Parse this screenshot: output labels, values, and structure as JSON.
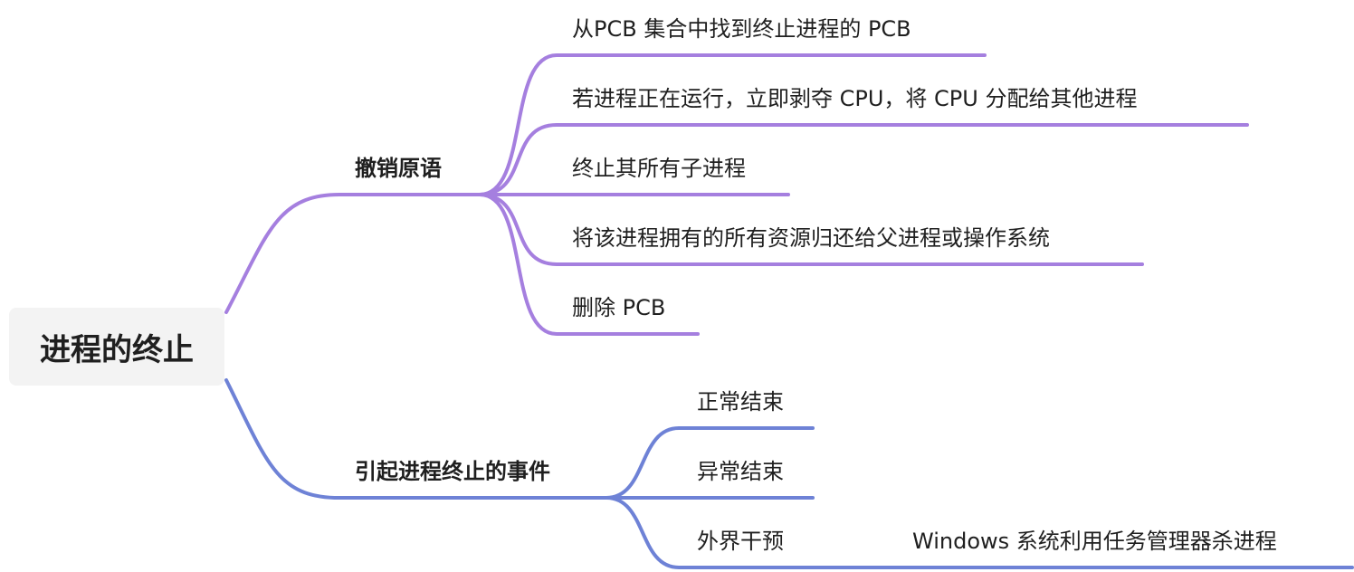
{
  "root": {
    "label": "进程的终止"
  },
  "colors": {
    "branch1": "#a57fdf",
    "branch2": "#6e82d6",
    "root_bg": "#f3f3f3",
    "text": "#1f1f1f"
  },
  "branches": [
    {
      "label": "撤销原语",
      "children": [
        {
          "label": "从PCB 集合中找到终止进程的 PCB"
        },
        {
          "label": "若进程正在运行，立即剥夺 CPU，将 CPU 分配给其他进程"
        },
        {
          "label": "终止其所有子进程"
        },
        {
          "label": "将该进程拥有的所有资源归还给父进程或操作系统"
        },
        {
          "label": "删除 PCB"
        }
      ]
    },
    {
      "label": "引起进程终止的事件",
      "children": [
        {
          "label": "正常结束"
        },
        {
          "label": "异常结束"
        },
        {
          "label": "外界干预",
          "children": [
            {
              "label": "Windows 系统利用任务管理器杀进程"
            }
          ]
        }
      ]
    }
  ]
}
